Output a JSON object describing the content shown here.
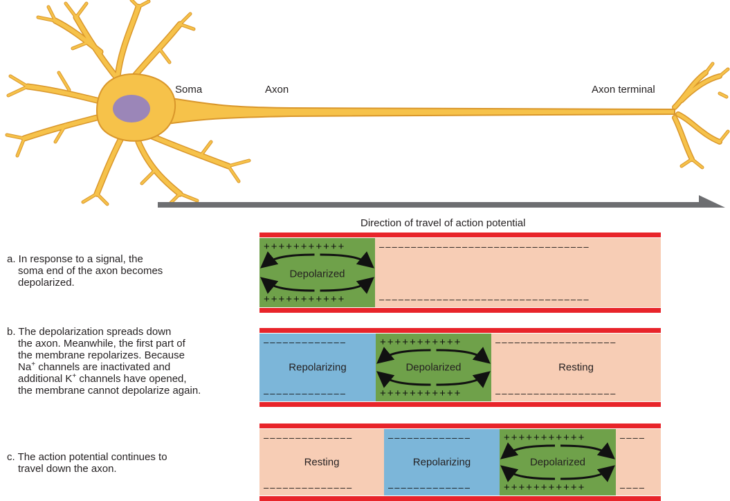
{
  "labels": {
    "soma": "Soma",
    "axon": "Axon",
    "axon_terminal": "Axon terminal",
    "direction": "Direction of travel of action potential"
  },
  "steps": [
    {
      "lines": [
        "a. In response to a signal, the",
        "soma end of the axon becomes",
        "depolarized."
      ],
      "segments": [
        {
          "state": "Depolarized",
          "color": "#6fa14a"
        },
        {
          "state": "",
          "color": "#f7cdb5"
        }
      ]
    },
    {
      "lines": [
        "b. The depolarization spreads down",
        "the axon. Meanwhile, the first part of",
        "the membrane repolarizes. Because",
        "Na",
        " channels are inactivated and",
        "additional K",
        " channels have opened,",
        "the membrane cannot depolarize again."
      ],
      "sup": "+",
      "segments": [
        {
          "state": "Repolarizing",
          "color": "#7cb6d9"
        },
        {
          "state": "Depolarized",
          "color": "#6fa14a"
        },
        {
          "state": "Resting",
          "color": "#f7cdb5"
        }
      ]
    },
    {
      "lines": [
        "c. The action potential continues to",
        "travel down the axon."
      ],
      "segments": [
        {
          "state": "Resting",
          "color": "#f7cdb5"
        },
        {
          "state": "Repolarizing",
          "color": "#7cb6d9"
        },
        {
          "state": "Depolarized",
          "color": "#6fa14a"
        },
        {
          "state": "",
          "color": "#f7cdb5"
        }
      ]
    }
  ],
  "colors": {
    "neuron_fill": "#f6c24a",
    "neuron_stroke": "#d9962a",
    "nucleus": "#9b86b8",
    "arrow": "#6d6e71",
    "membrane": "#e8242a"
  }
}
